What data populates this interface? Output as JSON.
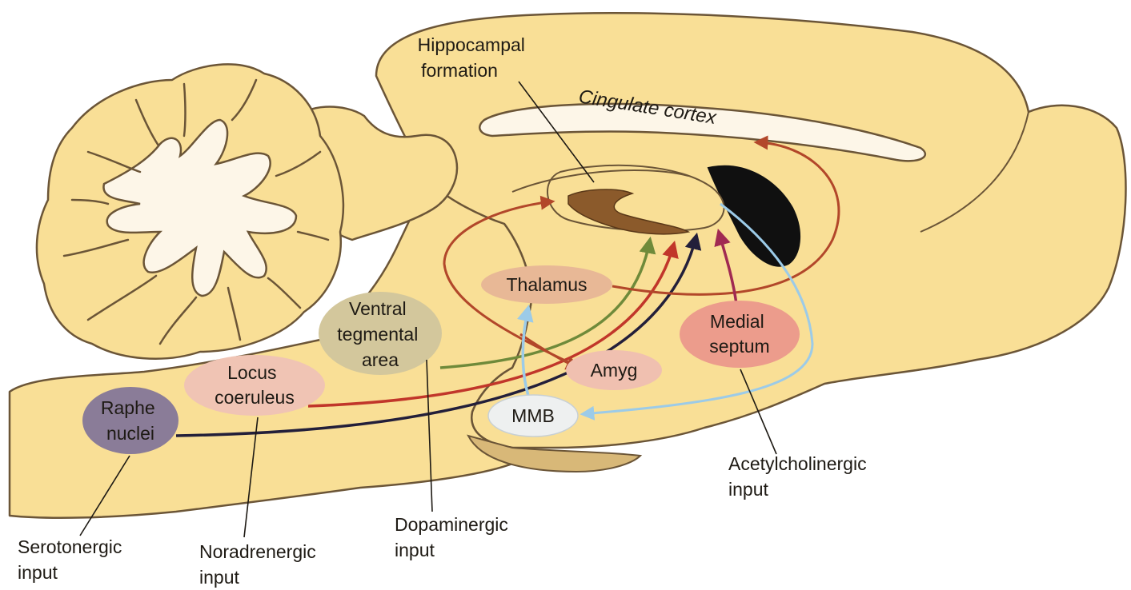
{
  "labels": {
    "hippocampal_formation": [
      "Hippocampal",
      "formation"
    ],
    "cingulate_cortex": "Cingulate cortex",
    "thalamus": "Thalamus",
    "ventral_tegmental_area": [
      "Ventral",
      "tegmental",
      "area"
    ],
    "locus_coeruleus": [
      "Locus",
      "coeruleus"
    ],
    "raphe_nuclei": [
      "Raphe",
      "nuclei"
    ],
    "medial_septum": [
      "Medial",
      "septum"
    ],
    "amyg": "Amyg",
    "mmb": "MMB",
    "serotonergic_input": [
      "Serotonergic",
      "input"
    ],
    "noradrenergic_input": [
      "Noradrenergic",
      "input"
    ],
    "dopaminergic_input": [
      "Dopaminergic",
      "input"
    ],
    "acetylcholinergic_input": [
      "Acetylcholinergic",
      "input"
    ]
  },
  "colors": {
    "brain_fill": "#f9df96",
    "outline": "#6b5537",
    "raphe": "#8a7c98",
    "locus": "#f0c4b4",
    "vta": "#d3c79c",
    "thalamus": "#e8b896",
    "medial_septum": "#ec9c8c",
    "amyg": "#f0c0b0",
    "mmb": "#eef0f0",
    "serotonergic_arrow": "#231f3a",
    "noradrenergic_arrow": "#c1362a",
    "dopaminergic_arrow": "#6f8a3a",
    "thalamic_arrow": "#b2472a",
    "cholinergic_arrow": "#a02a52",
    "mmb_arrow": "#9ccbe8",
    "hippocampus": "#8b5a2b"
  }
}
